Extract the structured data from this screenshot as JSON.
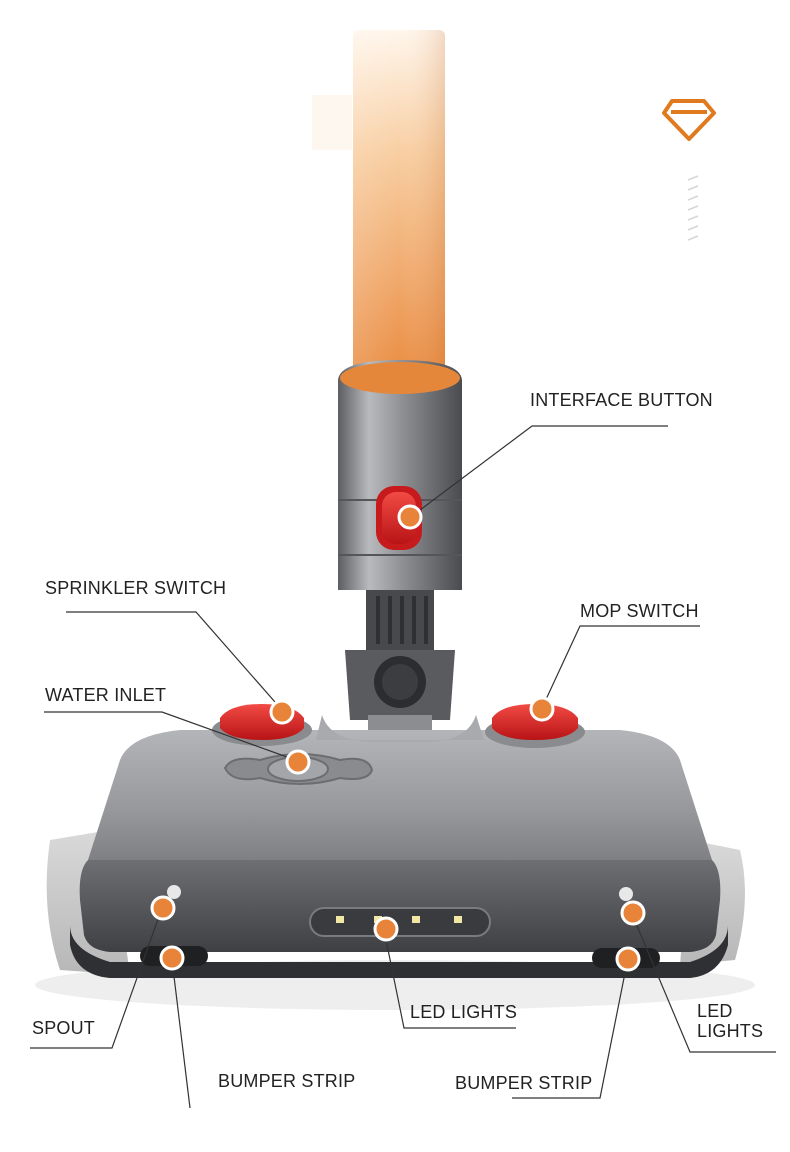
{
  "brand_icon": "diamond-icon",
  "colors": {
    "accent": "#E07A1F",
    "marker": "#E8833A",
    "button_red": "#E0262A",
    "body_gray": "#8E8E90",
    "leader_line": "#333333"
  },
  "labels": {
    "interface_button": "INTERFACE BUTTON",
    "sprinkler_switch": "SPRINKLER SWITCH",
    "mop_switch": "MOP SWITCH",
    "water_inlet": "WATER INLET",
    "led_lights_center": "LED LIGHTS",
    "led_lights_right_line1": "LED",
    "led_lights_right_line2": "LIGHTS",
    "spout": "SPOUT",
    "bumper_strip_left": "BUMPER STRIP",
    "bumper_strip_right": "BUMPER STRIP"
  }
}
